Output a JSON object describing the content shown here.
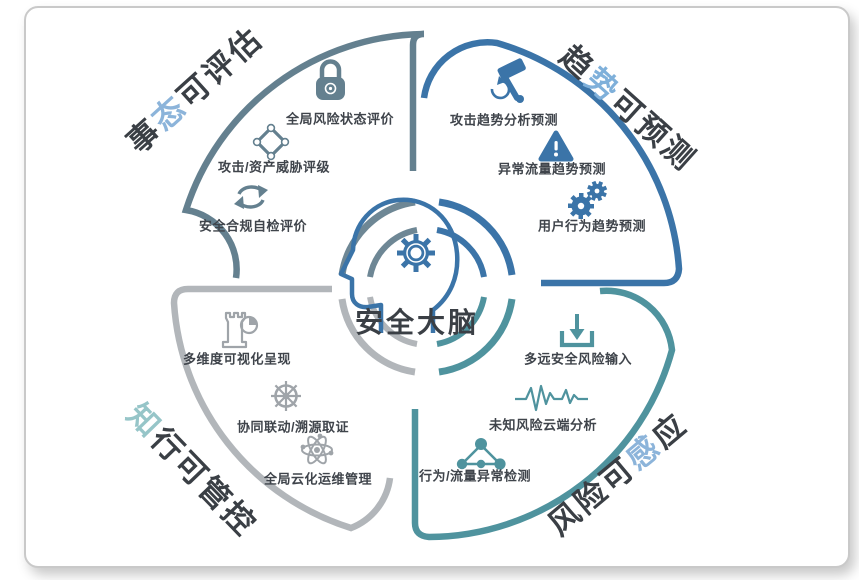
{
  "center": {
    "label": "安全大脑",
    "icon": "head-gear-icon"
  },
  "colors": {
    "quadrant_tl": "#64808f",
    "quadrant_tr": "#3b74a8",
    "quadrant_bl": "#b2b6ba",
    "quadrant_br": "#4f939e",
    "icon_bl": "#9fa4a9",
    "text": "#3f444b",
    "accent_tl": "#8cb4da",
    "accent_tr": "#7fb0da",
    "accent_bl": "#96c5c8",
    "accent_br": "#8cb4da"
  },
  "quadrants": {
    "tl": {
      "title_parts": [
        "事",
        "态",
        "可评估"
      ],
      "items": [
        {
          "icon": "lock-icon",
          "label": "全局风险状态评价"
        },
        {
          "icon": "compass-icon",
          "label": "攻击/资产威胁评级"
        },
        {
          "icon": "refresh-icon",
          "label": "安全合规自检评价"
        }
      ]
    },
    "tr": {
      "title_parts": [
        "趋",
        "势",
        "可预测"
      ],
      "items": [
        {
          "icon": "hammer-icon",
          "label": "攻击趋势分析预测"
        },
        {
          "icon": "warning-icon",
          "label": "异常流量趋势预测"
        },
        {
          "icon": "gears-icon",
          "label": "用户行为趋势预测"
        }
      ]
    },
    "bl": {
      "title_parts": [
        "知",
        "行可管控"
      ],
      "items": [
        {
          "icon": "tower-chart-icon",
          "label": "多维度可视化呈现"
        },
        {
          "icon": "ship-wheel-icon",
          "label": "协同联动/溯源取证"
        },
        {
          "icon": "atom-icon",
          "label": "全局云化运维管理"
        }
      ]
    },
    "br": {
      "title_parts": [
        "风险可",
        "感",
        "应"
      ],
      "items": [
        {
          "icon": "download-icon",
          "label": "多远安全风险输入"
        },
        {
          "icon": "waveform-icon",
          "label": "未知风险云端分析"
        },
        {
          "icon": "nodes-icon",
          "label": "行为/流量异常检测"
        }
      ]
    }
  }
}
